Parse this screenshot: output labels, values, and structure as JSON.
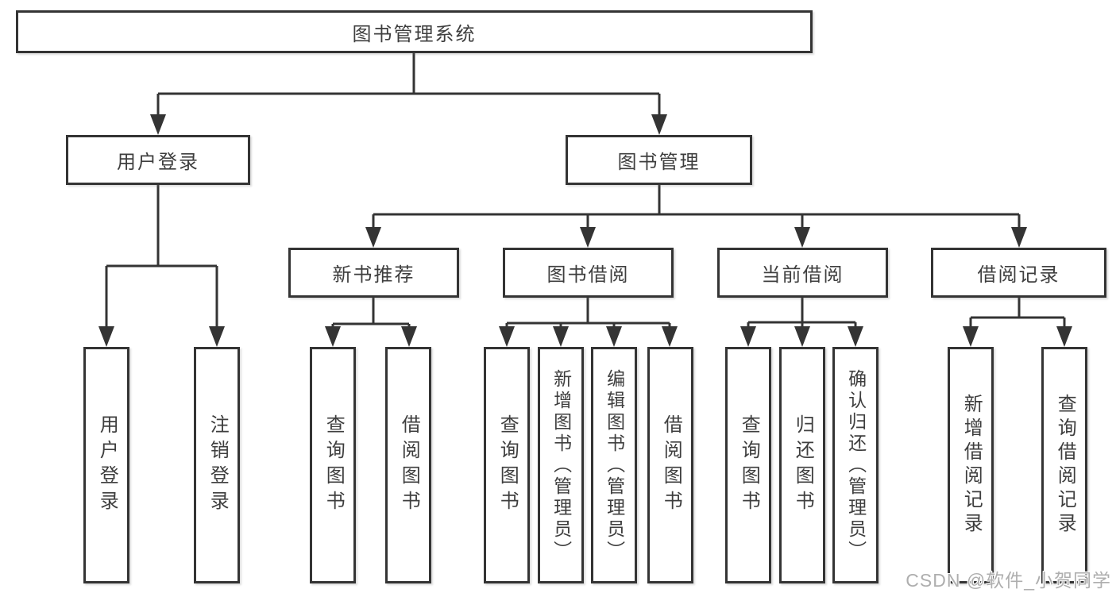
{
  "diagram": {
    "title": "图书管理系统",
    "branches": [
      {
        "label": "用户登录",
        "children": [
          {
            "label": "用户登录"
          },
          {
            "label": "注销登录"
          }
        ]
      },
      {
        "label": "图书管理",
        "children": [
          {
            "label": "新书推荐",
            "children": [
              {
                "label": "查询图书"
              },
              {
                "label": "借阅图书"
              }
            ]
          },
          {
            "label": "图书借阅",
            "children": [
              {
                "label": "查询图书"
              },
              {
                "label": "新增图书（管理员）"
              },
              {
                "label": "编辑图书（管理员）"
              },
              {
                "label": "借阅图书"
              }
            ]
          },
          {
            "label": "当前借阅",
            "children": [
              {
                "label": "查询图书"
              },
              {
                "label": "归还图书"
              },
              {
                "label": "确认归还（管理员）"
              }
            ]
          },
          {
            "label": "借阅记录",
            "children": [
              {
                "label": "新增借阅记录"
              },
              {
                "label": "查询借阅记录"
              }
            ]
          }
        ]
      }
    ],
    "watermark": "CSDN @软件_小贺同学",
    "colors": {
      "line": "#343434",
      "text": "#3e3e3e",
      "background": "#ffffff",
      "watermark": "#aeaeae"
    }
  }
}
